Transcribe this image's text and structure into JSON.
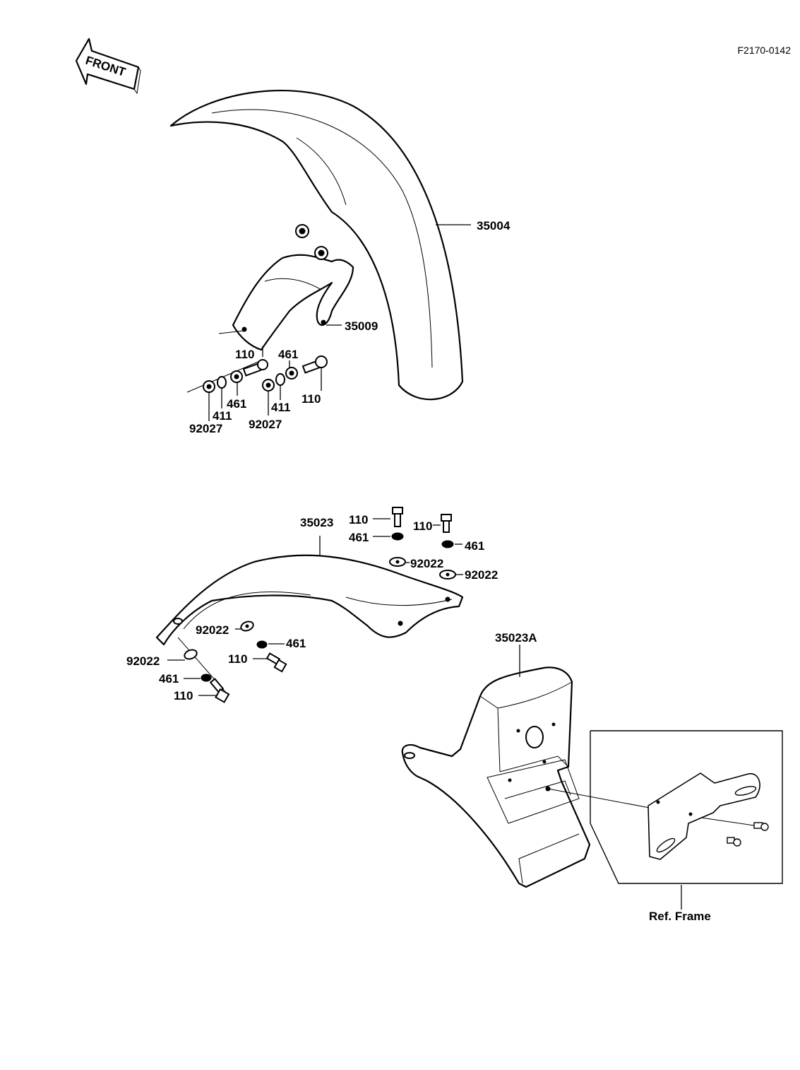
{
  "figure_code": "F2170-0142",
  "front_arrow_text": "FRONT",
  "front_fender": {
    "fender_label": "35004",
    "bracket_label": "35009",
    "left_bolt_label": "110",
    "left_spring_washer_label": "461",
    "left_washer_label": "411",
    "left_nut_label": "92027",
    "right_spring_washer_label": "461",
    "right_bolt_label": "110",
    "right_washer_label": "411",
    "right_nut_label": "92027"
  },
  "rear_fender": {
    "fender_label": "35023",
    "top_bolt_1_label": "110",
    "top_spring_washer_1_label": "461",
    "top_bolt_2_label": "110",
    "top_spring_washer_2_label": "461",
    "top_washer_1_label": "92022",
    "top_washer_2_label": "92022",
    "mid_washer_label": "92022",
    "mid_spring_washer_label": "461",
    "mid_bolt_label": "110",
    "low_washer_label": "92022",
    "low_spring_washer_label": "461",
    "low_bolt_label": "110"
  },
  "rear_flap": {
    "flap_label": "35023A",
    "ref_label": "Ref. Frame"
  }
}
